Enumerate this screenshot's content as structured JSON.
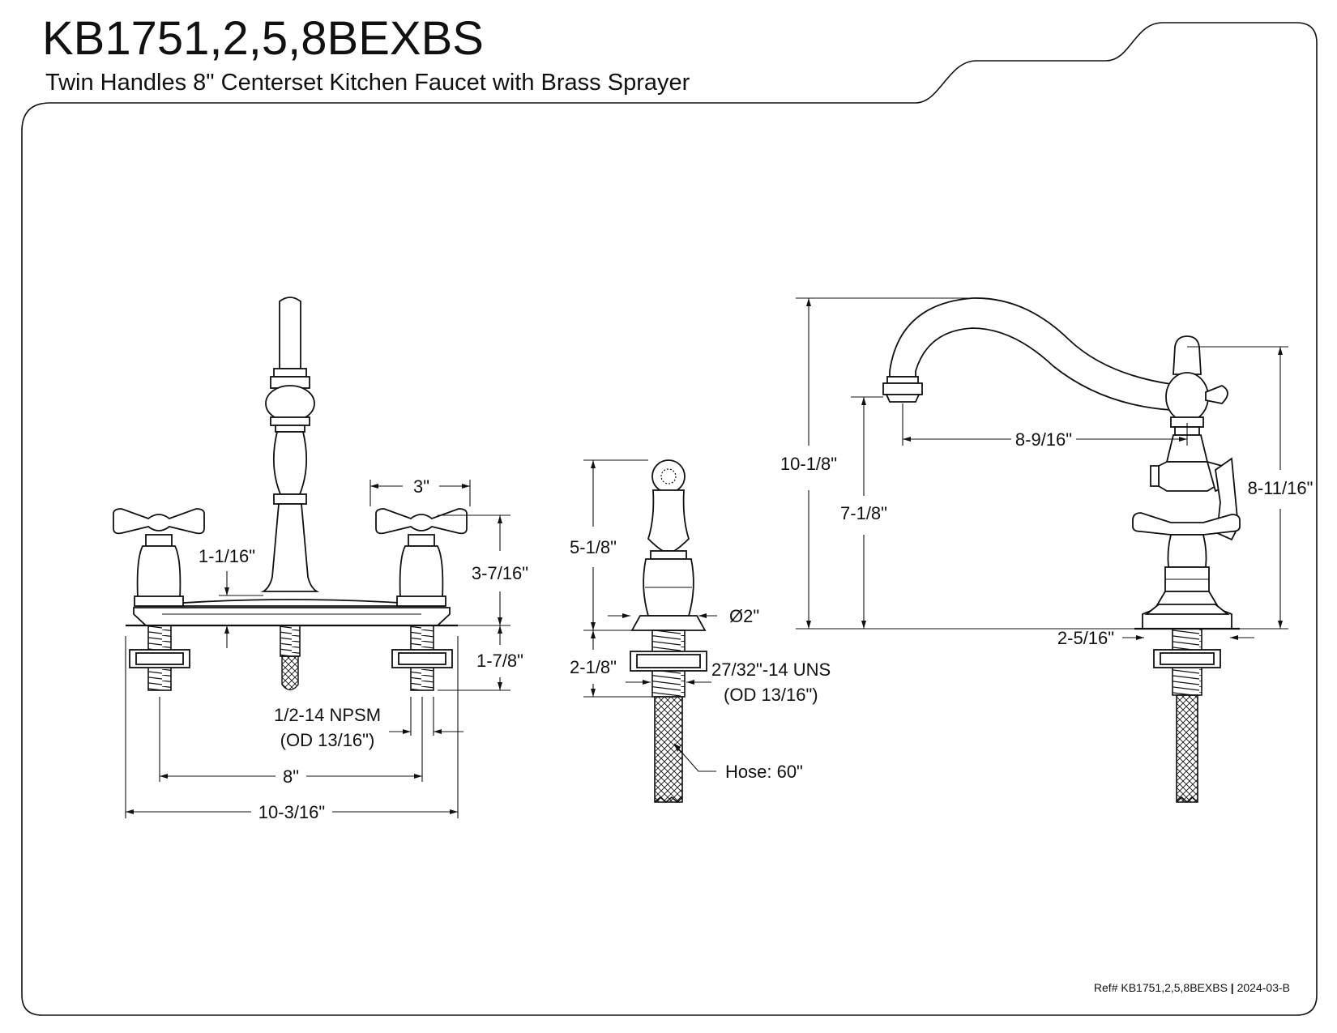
{
  "header": {
    "model": "KB1751,2,5,8BEXBS",
    "subtitle": "Twin Handles 8\" Centerset Kitchen Faucet with Brass Sprayer"
  },
  "footer": {
    "ref": "Ref# KB1751,2,5,8BEXBS",
    "separator": "|",
    "revision": "2024-03-B"
  },
  "front_view": {
    "dims": {
      "handle_spacing": "3\"",
      "spout_base": "1-1/16\"",
      "handle_height": "3-7/16\"",
      "shank_length": "1-7/8\"",
      "thread": "1/2-14 NPSM",
      "thread_od": "(OD 13/16\")",
      "centers": "8\"",
      "overall_width": "10-3/16\""
    }
  },
  "sprayer_view": {
    "dims": {
      "height": "5-1/8\"",
      "diameter": "Ø2\"",
      "shank": "2-1/8\"",
      "thread": "27/32\"-14 UNS",
      "thread_od": "(OD 13/16\")",
      "hose": "Hose: 60\""
    }
  },
  "side_view": {
    "dims": {
      "total_height": "10-1/8\"",
      "spout_height": "7-1/8\"",
      "spout_reach": "8-9/16\"",
      "handle_height": "8-11/16\"",
      "base_depth": "2-5/16\""
    }
  }
}
